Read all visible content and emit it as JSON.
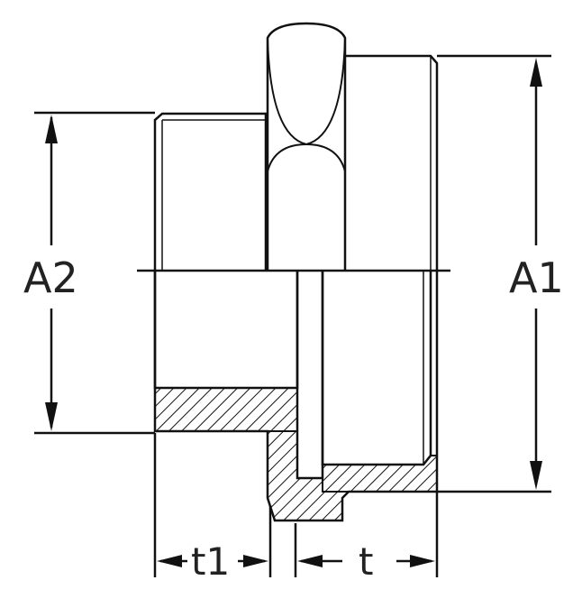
{
  "labels": {
    "a1": "A1",
    "a2": "A2",
    "t1": "t1",
    "t": "t"
  },
  "colors": {
    "stroke": "#111111",
    "text": "#222222",
    "background": "#ffffff"
  }
}
